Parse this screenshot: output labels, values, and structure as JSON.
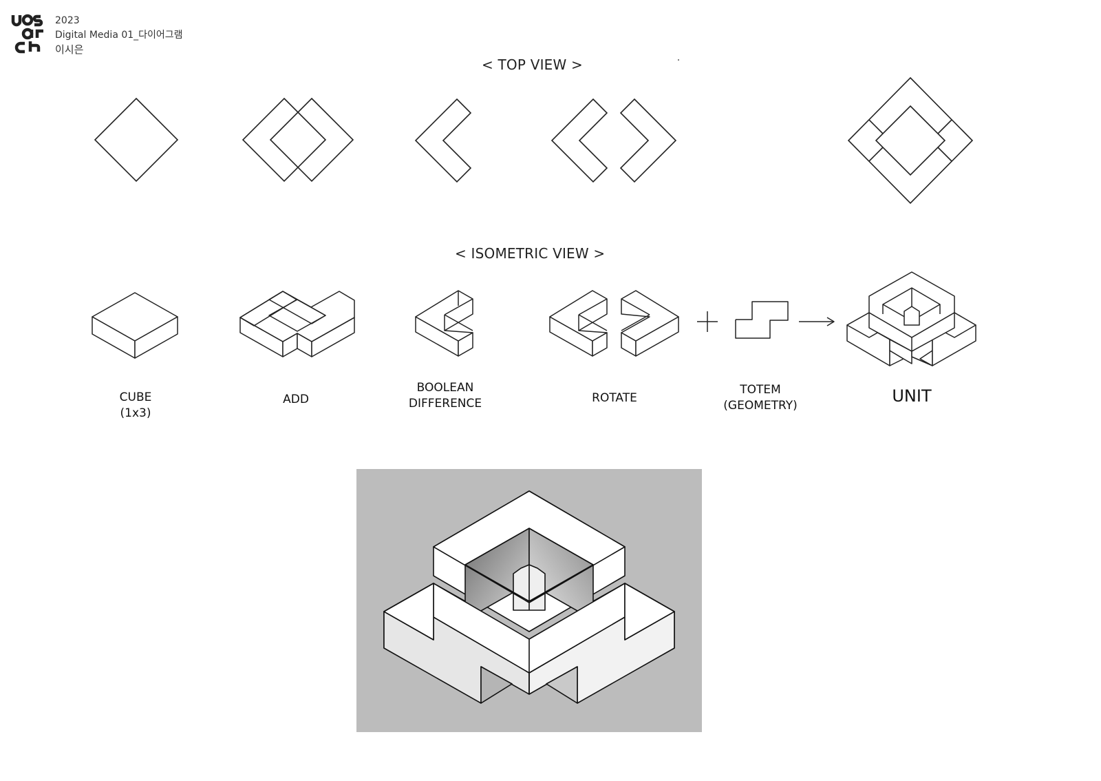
{
  "header": {
    "logo_text": "uos arch",
    "year": "2023",
    "course": "Digital Media 01_다이어그램",
    "author": "이시은"
  },
  "sections": {
    "top_view_title": "< TOP VIEW >",
    "isometric_view_title": "< ISOMETRIC VIEW >"
  },
  "steps": [
    {
      "line1": "CUBE",
      "line2": "(1x3)"
    },
    {
      "line1": "ADD",
      "line2": ""
    },
    {
      "line1": "BOOLEAN",
      "line2": "DIFFERENCE"
    },
    {
      "line1": "ROTATE",
      "line2": ""
    },
    {
      "line1": "TOTEM",
      "line2": "(GEOMETRY)"
    },
    {
      "line1": "UNIT",
      "line2": ""
    }
  ],
  "operators": {
    "plus": "+",
    "arrow": "→"
  },
  "colors": {
    "line": "#222222",
    "render_background": "#bcbcbc",
    "render_face_light": "#ffffff",
    "render_face_mid": "#e4e4e4",
    "render_face_dark": "#cfcfcf"
  }
}
